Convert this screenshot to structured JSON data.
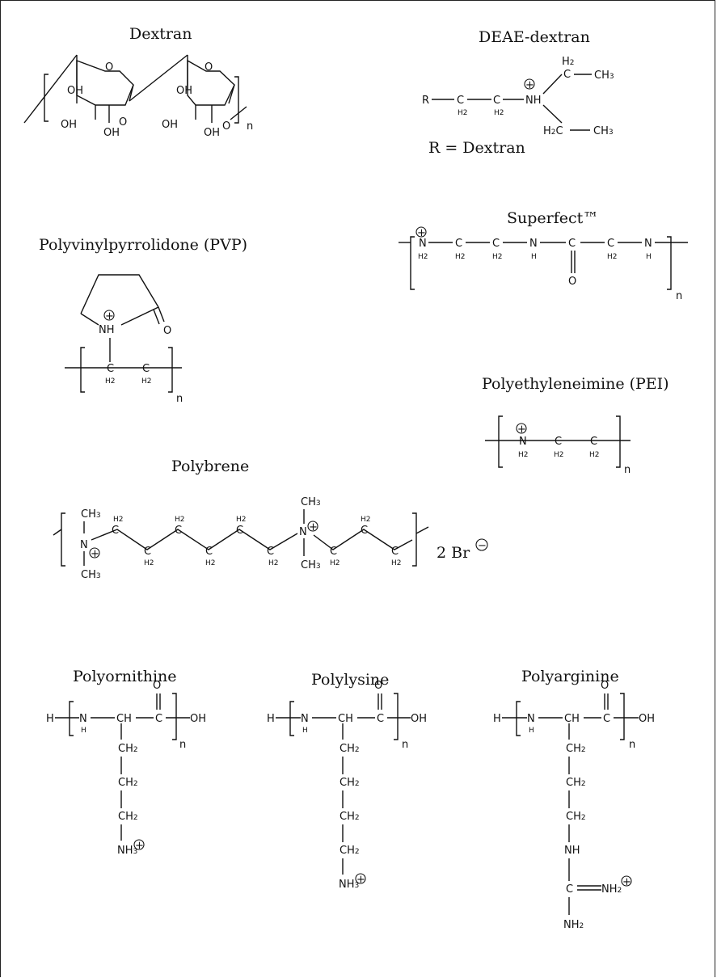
{
  "titles": {
    "dextran": "Dextran",
    "deae": "DEAE-dextran",
    "pvp": "Polyvinylpyrrolidone (PVP)",
    "superfect": "Superfect™",
    "pei": "Polyethyleneimine (PEI)",
    "polybrene": "Polybrene",
    "polyornithine": "Polyornithine",
    "polylysine": "Polylysine",
    "polyarginine": "Polyarginine"
  },
  "labels": {
    "n": "n",
    "oh": "OH",
    "o": "O",
    "h": "H",
    "nh": "NH",
    "r": "R",
    "c": "C",
    "ch": "CH",
    "ch3": "CH",
    "sub2": "2",
    "sub3": "3",
    "n_atom": "N",
    "r_def": "R = Dextran",
    "br": "2 Br",
    "plus": "+",
    "minus": "−"
  }
}
